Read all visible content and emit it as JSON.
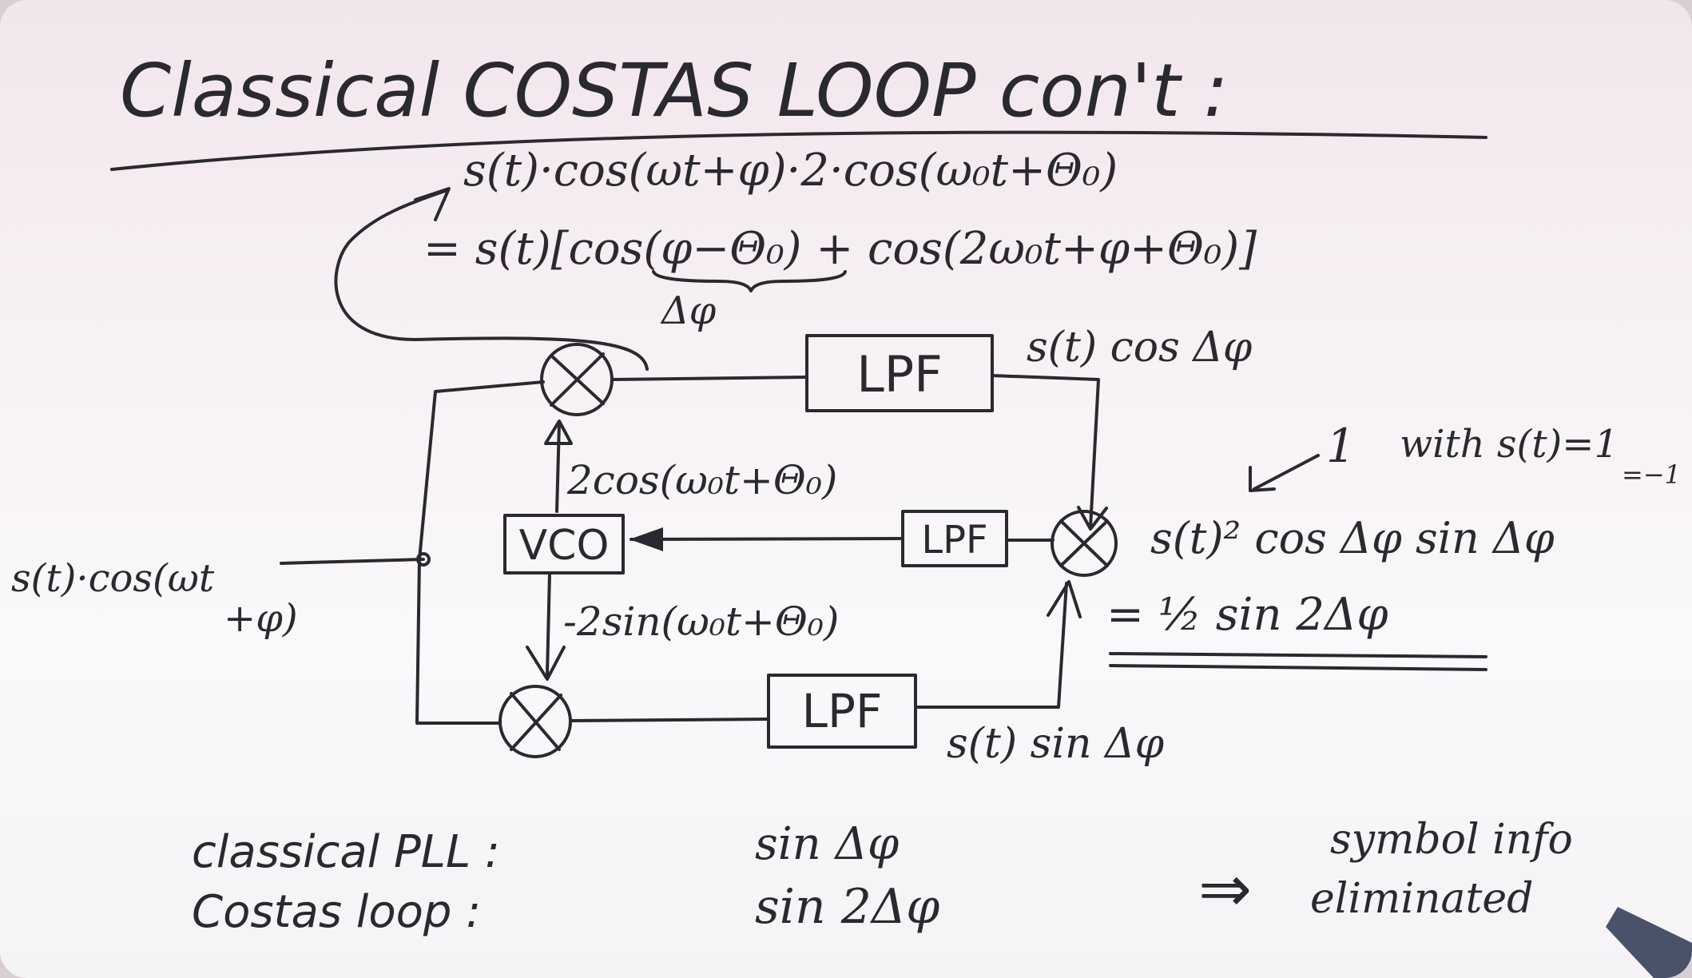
{
  "title": "Classical COSTAS LOOP con't :",
  "equations": {
    "eq1": "s(t)·cos(ωt+φ)·2·cos(ω₀t+Θ₀)",
    "eq2": "= s(t)[cos(φ−Θ₀) + cos(2ω₀t+φ+Θ₀)]",
    "delta_phi": "Δφ"
  },
  "blocks": {
    "lpf_top": "LPF",
    "lpf_mid": "LPF",
    "lpf_bottom": "LPF",
    "vco": "VCO"
  },
  "signals": {
    "input_line1": "s(t)·cos(ωt",
    "input_line2": "+φ)",
    "top_out": "s(t) cos Δφ",
    "bottom_out": "s(t) sin Δφ",
    "vco_top": "2cos(ω₀t+Θ₀)",
    "vco_bottom": "-2sin(ω₀t+Θ₀)",
    "product": "s(t)² cos Δφ  sin Δφ",
    "result": "= ½ sin 2Δφ",
    "note_one": "1",
    "note_with": "with s(t)=1",
    "note_minus": "=−1"
  },
  "comparison": {
    "row1_label": "classical PLL :",
    "row1_value": "sin Δφ",
    "row2_label": "Costas loop :",
    "row2_value": "sin 2Δφ",
    "implies": "⇒",
    "conclusion_1": "symbol info",
    "conclusion_2": "eliminated"
  }
}
